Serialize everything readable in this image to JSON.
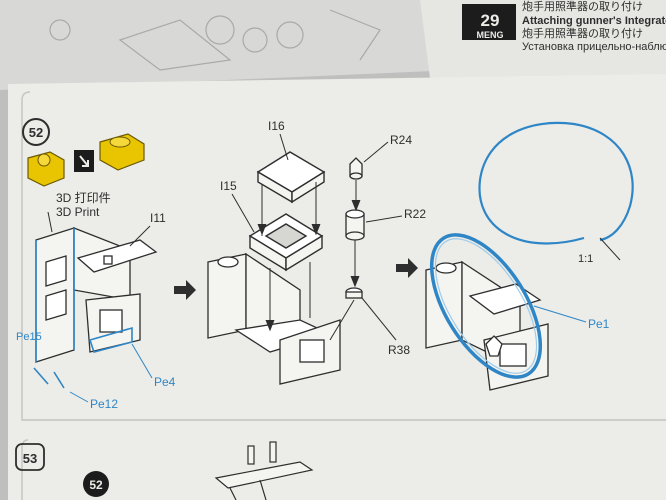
{
  "photo": {
    "subject": "Model kit assembly instruction page",
    "colors": {
      "paper": "#ecece8",
      "ink": "#2e2e2e",
      "accent_blue": "#2f86c6",
      "yellow_part": "#e9c400",
      "background": "#bfc0bd"
    }
  },
  "header": {
    "logo_number": "29",
    "logo_brand": "MENG",
    "title_cn": "炮手用照準器の取り付け",
    "title_en": "Attaching gunner's Integrated",
    "title_cn2": "炮手用照準器の取り付け",
    "title_ru": "Установка прицельно-наблю"
  },
  "steps": {
    "current": "52",
    "next": "53",
    "next_badge": "52"
  },
  "labels": {
    "print_cn": "3D 打印件",
    "print_en": "3D Print",
    "i11": "I11",
    "i16": "I16",
    "i15": "I15",
    "r24": "R24",
    "r22": "R22",
    "r38": "R38",
    "pe15": "Pe15",
    "pe12": "Pe12",
    "pe4": "Pe4",
    "pe1": "Pe1",
    "scale": "1:1"
  }
}
